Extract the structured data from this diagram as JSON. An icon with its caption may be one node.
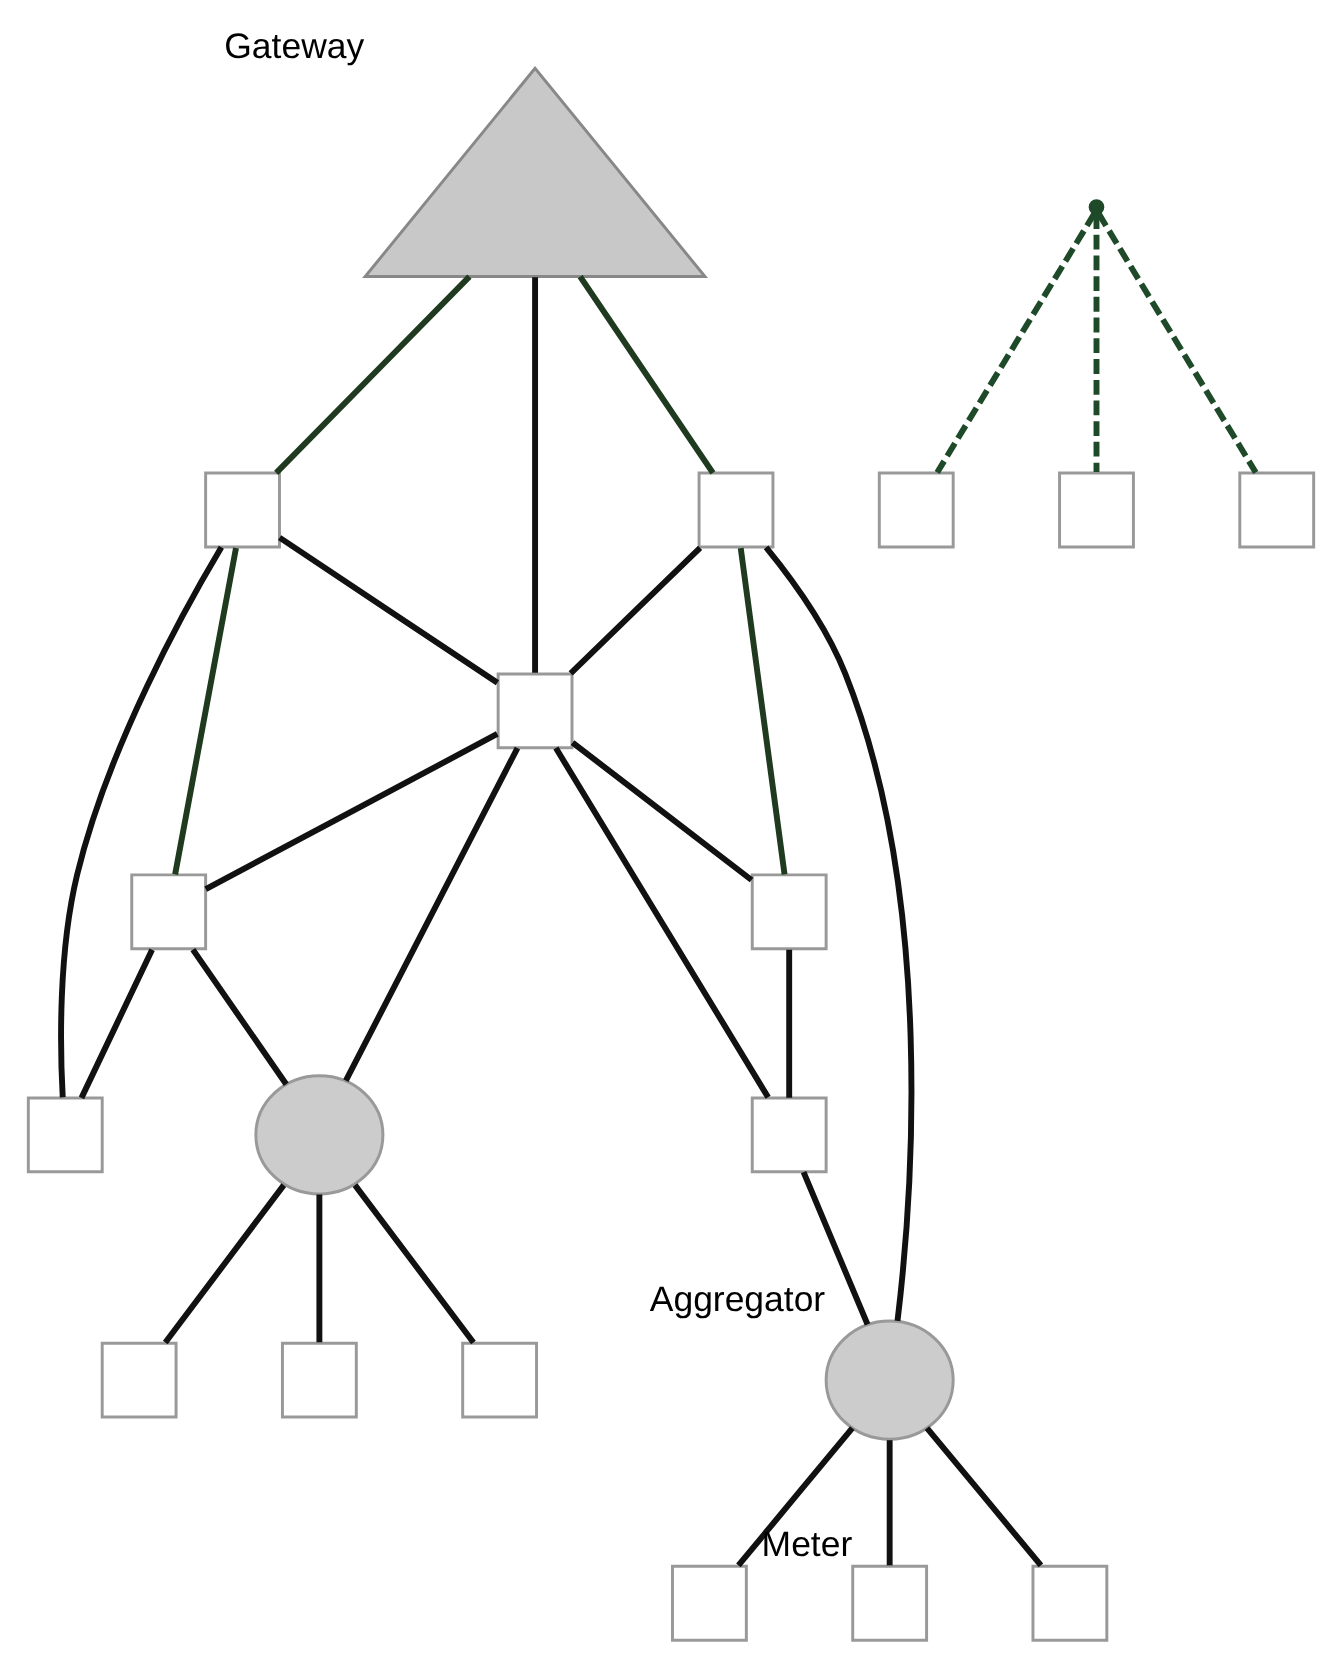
{
  "diagram": {
    "nodes": [
      {
        "text": [],
        "shape": "triangle",
        "beside": [
          "Gateway"
        ]
      },
      {
        "text": [],
        "shape": "box"
      },
      {
        "text": [],
        "shape": "box"
      },
      {
        "text": [],
        "shape": "box"
      },
      {
        "text": [],
        "shape": "box"
      },
      {
        "text": [],
        "shape": "box"
      },
      {
        "text": [],
        "shape": "box"
      },
      {
        "text": [],
        "shape": "circle"
      },
      {
        "text": [],
        "shape": "box"
      },
      {
        "text": [],
        "shape": "circle",
        "beside": [
          "Aggregator"
        ]
      },
      {
        "text": [],
        "shape": "box"
      },
      {
        "text": [],
        "shape": "box"
      },
      {
        "text": [],
        "shape": "box"
      },
      {
        "text": [],
        "shape": "box"
      },
      {
        "text": [],
        "shape": "box"
      },
      {
        "text": [],
        "shape": "box"
      },
      {
        "text": [],
        "shape": "box"
      },
      {
        "text": [],
        "shape": "box",
        "beside": [
          "Meter"
        ]
      },
      {
        "text": [],
        "shape": "box"
      },
      {
        "text": [],
        "shape": "point"
      }
    ],
    "edges": [
      {
        "from": 0,
        "to": 2,
        "arrow": "none",
        "color": "#1f3a1f"
      },
      {
        "from": 0,
        "to": 3,
        "arrow": "none"
      },
      {
        "from": 0,
        "to": 1,
        "arrow": "none",
        "color": "#1f3a1f"
      },
      {
        "from": 1,
        "to": 4,
        "arrow": "none",
        "color": "#1f3a1f"
      },
      {
        "from": 1,
        "to": 3,
        "arrow": "none"
      },
      {
        "from": 1,
        "to": 6,
        "arrow": "none"
      },
      {
        "from": 2,
        "to": 3,
        "arrow": "none"
      },
      {
        "from": 2,
        "to": 5,
        "arrow": "none",
        "color": "#1f3a1f"
      },
      {
        "from": 2,
        "to": 9,
        "arrow": "none"
      },
      {
        "from": 3,
        "to": 4,
        "arrow": "none"
      },
      {
        "from": 3,
        "to": 5,
        "arrow": "none"
      },
      {
        "from": 3,
        "to": 8,
        "arrow": "none"
      },
      {
        "from": 3,
        "to": 7,
        "arrow": "none"
      },
      {
        "from": 4,
        "to": 7,
        "arrow": "none"
      },
      {
        "from": 4,
        "to": 6,
        "arrow": "none"
      },
      {
        "from": 5,
        "to": 8,
        "arrow": "none"
      },
      {
        "from": 8,
        "to": 9,
        "arrow": "none"
      },
      {
        "from": 9,
        "to": 17,
        "arrow": "none"
      },
      {
        "from": 9,
        "to": 14,
        "arrow": "none"
      },
      {
        "from": 9,
        "to": 18,
        "arrow": "none"
      },
      {
        "from": 7,
        "to": 16,
        "arrow": "none"
      },
      {
        "from": 7,
        "to": 12,
        "arrow": "none"
      },
      {
        "from": 7,
        "to": 15,
        "arrow": "none"
      },
      {
        "from": 19,
        "to": 11,
        "arrow": "none",
        "style": "dashed",
        "color": "#1f4a2a"
      },
      {
        "from": 19,
        "to": 13,
        "arrow": "none",
        "style": "dashed",
        "color": "#1f4a2a"
      },
      {
        "from": 19,
        "to": 10,
        "arrow": "none",
        "style": "dashed",
        "color": "#1f4a2a"
      }
    ]
  }
}
